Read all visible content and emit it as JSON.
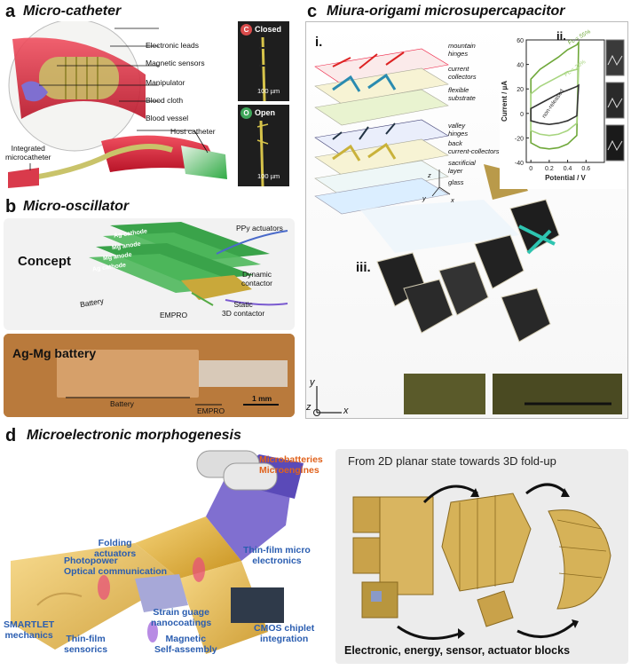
{
  "panel_a": {
    "letter": "a",
    "title": "Micro-catheter",
    "labels": {
      "electronic_leads": "Electronic leads",
      "magnetic_sensors": "Magnetic sensors",
      "manipulator": "Manipulator",
      "blood_cloth": "Blood cloth",
      "blood_vessel": "Blood vessel",
      "host_catheter": "Host catheter",
      "integrated_line1": "Integrated",
      "integrated_line2": "microcatheter"
    },
    "insets": {
      "closed_badge": "C",
      "closed_label": "Closed",
      "open_badge": "O",
      "open_label": "Open",
      "scale_closed": "100 µm",
      "scale_open": "100 µm"
    }
  },
  "panel_b": {
    "letter": "b",
    "title": "Micro-oscillator",
    "concept": "Concept",
    "ag_cathode_1": "Ag cathode",
    "mg_anode_1": "Mg anode",
    "mg_anode_2": "Mg anode",
    "ag_cathode_2": "Ag cathode",
    "ppy": "PPy actuators",
    "dynamic_line1": "Dynamic",
    "dynamic_line2": "contactor",
    "static_line1": "Static",
    "static_line2": "3D contactor",
    "battery": "Battery",
    "empro": "EMPRO",
    "agmg": "Ag-Mg battery",
    "battery2": "Battery",
    "empro2": "EMPRO",
    "scale": "1 mm"
  },
  "panel_c": {
    "letter": "c",
    "title": "Miura-origami microsupercapacitor",
    "sub_i": "i.",
    "sub_ii": "ii.",
    "sub_iii": "iii.",
    "stack_labels": {
      "mountain_1": "mountain",
      "mountain_2": "hinges",
      "current_1": "current",
      "current_2": "collectors",
      "flexible_1": "flexible",
      "flexible_2": "substrate",
      "valley_1": "valley",
      "valley_2": "hinges",
      "back_1": "back",
      "back_2": "current-collectors",
      "sacrificial_1": "sacrificial",
      "sacrificial_2": "layer",
      "glass": "glass"
    },
    "axes_small": {
      "z": "z",
      "y": "y",
      "x": "x"
    },
    "axes_big": {
      "y": "y",
      "z": "z",
      "x": "x"
    }
  },
  "chart_data": {
    "type": "line",
    "title": "",
    "xlabel": "Potential / V",
    "ylabel": "Current / µA",
    "xlim": [
      -0.05,
      0.8
    ],
    "ylim": [
      -40,
      60
    ],
    "xticks": [
      0,
      0.2,
      0.4,
      0.6
    ],
    "yticks": [
      -40,
      -20,
      0,
      20,
      40,
      60
    ],
    "series": [
      {
        "name": "FL = 55%",
        "color": "#6fa83a",
        "upper": [
          [
            0.0,
            28
          ],
          [
            0.1,
            36
          ],
          [
            0.2,
            41
          ],
          [
            0.3,
            46
          ],
          [
            0.4,
            52
          ],
          [
            0.5,
            56
          ],
          [
            0.52,
            58
          ]
        ],
        "lower": [
          [
            0.0,
            -24
          ],
          [
            0.1,
            -28
          ],
          [
            0.2,
            -29
          ],
          [
            0.3,
            -28
          ],
          [
            0.4,
            -25
          ],
          [
            0.5,
            -18
          ],
          [
            0.52,
            58
          ]
        ]
      },
      {
        "name": "FL = 20%",
        "color": "#a8d580",
        "upper": [
          [
            0.0,
            16
          ],
          [
            0.1,
            22
          ],
          [
            0.2,
            26
          ],
          [
            0.3,
            30
          ],
          [
            0.4,
            34
          ],
          [
            0.5,
            36
          ],
          [
            0.52,
            38
          ]
        ],
        "lower": [
          [
            0.0,
            -14
          ],
          [
            0.1,
            -17
          ],
          [
            0.2,
            -18
          ],
          [
            0.3,
            -17
          ],
          [
            0.4,
            -14
          ],
          [
            0.5,
            -8
          ],
          [
            0.52,
            38
          ]
        ]
      },
      {
        "name": "non-released",
        "color": "#333333",
        "upper": [
          [
            0.0,
            4
          ],
          [
            0.1,
            8
          ],
          [
            0.2,
            12
          ],
          [
            0.3,
            16
          ],
          [
            0.4,
            19
          ],
          [
            0.5,
            22
          ],
          [
            0.52,
            23
          ]
        ],
        "lower": [
          [
            0.0,
            -6
          ],
          [
            0.1,
            -8
          ],
          [
            0.2,
            -9
          ],
          [
            0.3,
            -8
          ],
          [
            0.4,
            -6
          ],
          [
            0.5,
            -2
          ],
          [
            0.52,
            23
          ]
        ]
      }
    ]
  },
  "panel_d": {
    "letter": "d",
    "title": "Microelectronic morphogenesis",
    "left": {
      "microbatteries": "Microbatteries",
      "microengines": "Microengines",
      "folding_1": "Folding",
      "folding_2": "actuators",
      "thinfilm_micro_1": "Thin-film micro",
      "thinfilm_micro_2": "electronics",
      "photopower": "Photopower",
      "optical": "Optical communication",
      "smartlet_1": "SMARTLET",
      "smartlet_2": "mechanics",
      "thin_sens_1": "Thin-film",
      "thin_sens_2": "sensorics",
      "strain_1": "Strain guage",
      "strain_2": "nanocoatings",
      "magnetic_1": "Magnetic",
      "magnetic_2": "Self-assembly",
      "cmos_1": "CMOS chiplet",
      "cmos_2": "integration"
    },
    "right": {
      "header": "From 2D planar state towards 3D fold-up",
      "footer": "Electronic, energy, sensor, actuator blocks"
    }
  }
}
